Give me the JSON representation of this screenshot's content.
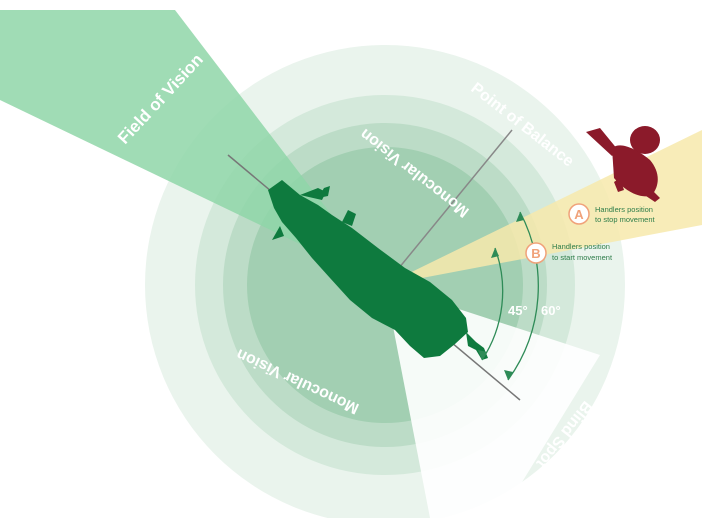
{
  "labels": {
    "field_of_vision": "Field of Vision",
    "point_of_balance": "Point of Balance",
    "monocular_vision_top": "Monocular Vision",
    "monocular_vision_bottom": "Monocular Vision",
    "blind_spot": "Blind Spot",
    "angle_45": "45°",
    "angle_60": "60°"
  },
  "markers": [
    {
      "letter": "A",
      "line1": "Handlers position",
      "line2": "to stop movement"
    },
    {
      "letter": "B",
      "line1": "Handlers position",
      "line2": "to start movement"
    }
  ],
  "colors": {
    "ring_outer": "#e6f2ea",
    "ring_2": "#cfe6d7",
    "ring_3": "#b5d9c2",
    "ring_inner": "#96c9a9",
    "field_of_vision": "#7fcf9d",
    "animal": "#0e7a3e",
    "handler": "#8b1a2a",
    "handler_zone": "#f6e7a8",
    "marker": "#f0a27a",
    "angle_arc": "#2e8b57"
  },
  "icons": {
    "animal": "cow-silhouette-icon",
    "handler": "handler-figure-icon"
  }
}
